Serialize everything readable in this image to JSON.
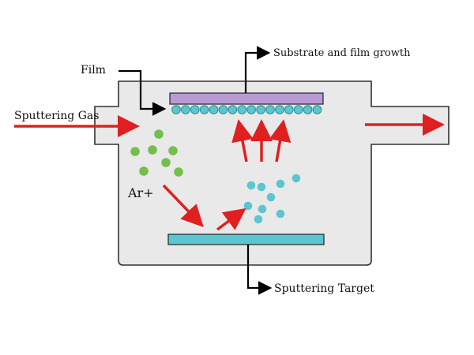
{
  "labels": {
    "film": "Film",
    "substrate": "Substrate and film growth",
    "sputtering_gas": "Sputtering Gas",
    "ar_ion": "Ar+",
    "target": "Sputtering Target"
  },
  "colors": {
    "chamber_fill": "#e9e9e9",
    "chamber_stroke": "#333333",
    "substrate": "#b99ad3",
    "target": "#5cc6d0",
    "film_particle": "#5cc6d0",
    "sputtered_particle": "#5cc6d0",
    "argon_particle": "#72bf4a",
    "flow_arrow": "#e02020",
    "leader_line": "#000000"
  }
}
